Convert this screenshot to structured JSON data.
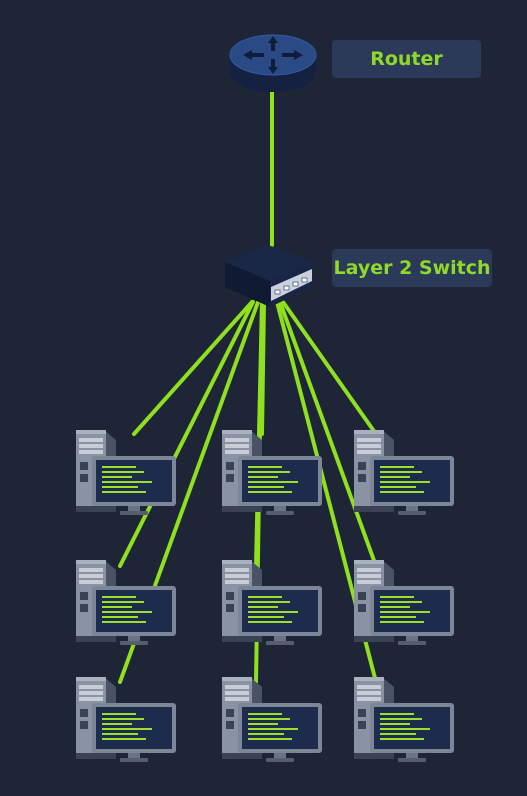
{
  "colors": {
    "background": "#1e2537",
    "link": "#8fe01e",
    "label_bg": "#2a3a58",
    "label_text": "#8fd92a",
    "device_dark": "#1d2c4d"
  },
  "nodes": {
    "router": {
      "label": "Router",
      "icon": "router-icon"
    },
    "switch": {
      "label": "Layer 2 Switch",
      "icon": "switch-icon"
    },
    "workstations": [
      {
        "id": "pc-1",
        "icon": "workstation-icon"
      },
      {
        "id": "pc-2",
        "icon": "workstation-icon"
      },
      {
        "id": "pc-3",
        "icon": "workstation-icon"
      },
      {
        "id": "pc-4",
        "icon": "workstation-icon"
      },
      {
        "id": "pc-5",
        "icon": "workstation-icon"
      },
      {
        "id": "pc-6",
        "icon": "workstation-icon"
      },
      {
        "id": "pc-7",
        "icon": "workstation-icon"
      },
      {
        "id": "pc-8",
        "icon": "workstation-icon"
      },
      {
        "id": "pc-9",
        "icon": "workstation-icon"
      }
    ]
  },
  "links": [
    {
      "from": "router",
      "to": "switch"
    },
    {
      "from": "switch",
      "to": "pc-1"
    },
    {
      "from": "switch",
      "to": "pc-2"
    },
    {
      "from": "switch",
      "to": "pc-3"
    },
    {
      "from": "switch",
      "to": "pc-4"
    },
    {
      "from": "switch",
      "to": "pc-5"
    },
    {
      "from": "switch",
      "to": "pc-6"
    },
    {
      "from": "switch",
      "to": "pc-7"
    },
    {
      "from": "switch",
      "to": "pc-8"
    },
    {
      "from": "switch",
      "to": "pc-9"
    }
  ]
}
